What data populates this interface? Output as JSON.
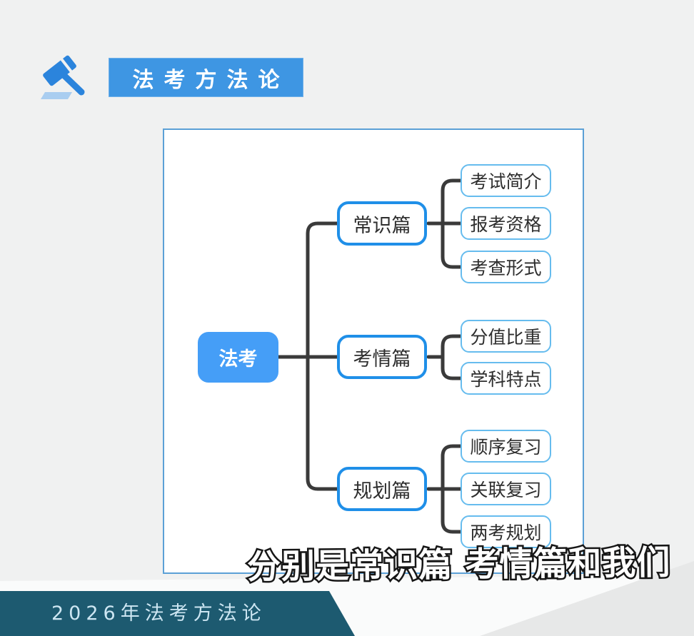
{
  "page": {
    "background": "#f0f1f1"
  },
  "header": {
    "title": "法考方法论",
    "accent_color": "#3e96e3",
    "icon": "gavel-icon"
  },
  "mindmap": {
    "root": {
      "label": "法考",
      "fill_color": "#459ef7"
    },
    "branches": [
      {
        "label": "常识篇",
        "children": [
          "考试简介",
          "报考资格",
          "考查形式"
        ]
      },
      {
        "label": "考情篇",
        "children": [
          "分值比重",
          "学科特点"
        ]
      },
      {
        "label": "规划篇",
        "children": [
          "顺序复习",
          "关联复习",
          "两考规划"
        ]
      }
    ],
    "colors": {
      "primary_border": "#1f8fe8",
      "leaf_border": "#66bcee",
      "panel_border": "#5ba0d6",
      "connector": "#3a3a3a"
    }
  },
  "subtitle": {
    "text": "分别是常识篇 考情篇和我们"
  },
  "footer": {
    "label": "2026年法考方法论",
    "background": "#1d5a70"
  }
}
